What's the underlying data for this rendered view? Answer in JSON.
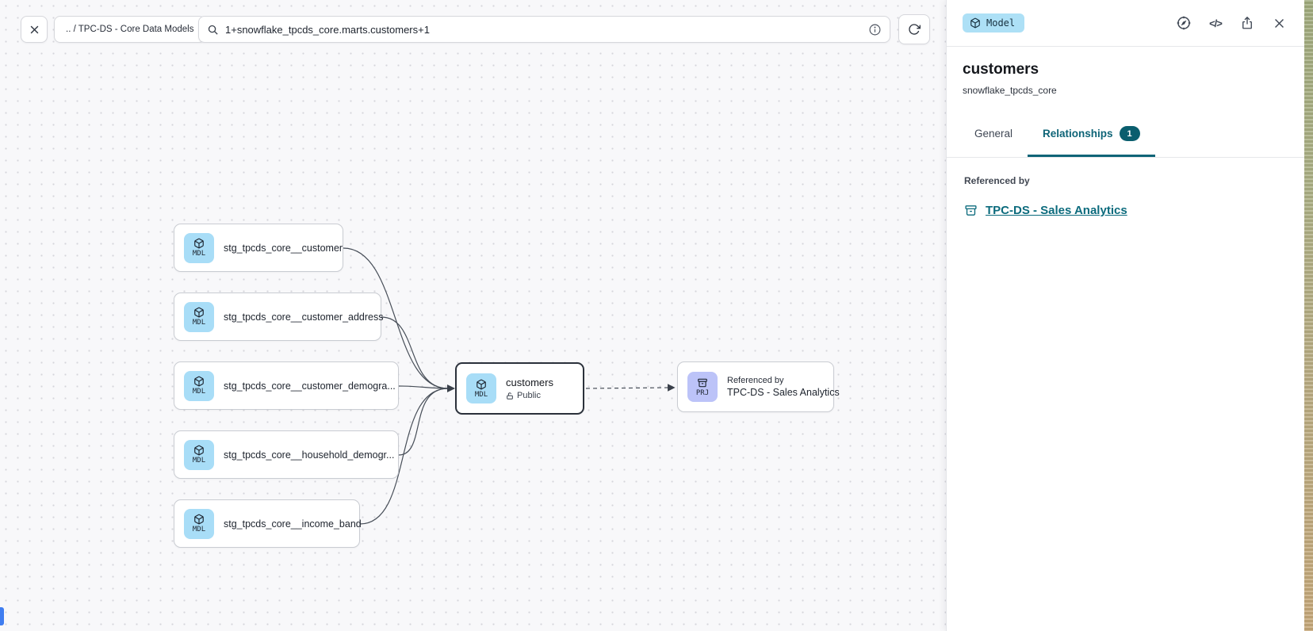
{
  "toolbar": {
    "breadcrumb": ".. / TPC-DS - Core Data Models",
    "search_value": "1+snowflake_tpcds_core.marts.customers+1"
  },
  "canvas": {
    "upstream_nodes": [
      {
        "badge": "MDL",
        "label": "stg_tpcds_core__customer"
      },
      {
        "badge": "MDL",
        "label": "stg_tpcds_core__customer_address"
      },
      {
        "badge": "MDL",
        "label": "stg_tpcds_core__customer_demogra..."
      },
      {
        "badge": "MDL",
        "label": "stg_tpcds_core__household_demogr..."
      },
      {
        "badge": "MDL",
        "label": "stg_tpcds_core__income_band"
      }
    ],
    "selected_node": {
      "badge": "MDL",
      "label": "customers",
      "access": "Public"
    },
    "downstream_node": {
      "badge": "PRJ",
      "title": "Referenced by",
      "label": "TPC-DS - Sales Analytics"
    }
  },
  "panel": {
    "type_badge": "Model",
    "title": "customers",
    "subtitle": "snowflake_tpcds_core",
    "tabs": [
      {
        "label": "General",
        "active": false
      },
      {
        "label": "Relationships",
        "active": true,
        "badge": "1"
      }
    ],
    "section_label": "Referenced by",
    "reference_link": "TPC-DS - Sales Analytics",
    "code_glyph": "</>"
  },
  "colors": {
    "accent_teal": "#0e6477",
    "link_teal": "#0c6b7d",
    "model_badge_bg": "#ade0f6",
    "project_badge_bg": "#bcc3f8",
    "selected_node_border": "#2b313b",
    "node_border": "#c9ccd2",
    "edge": "#474e58",
    "canvas_bg": "#f8f8fa"
  }
}
